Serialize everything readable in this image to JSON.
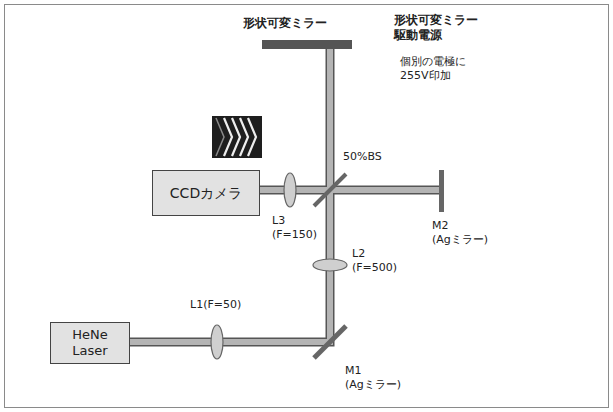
{
  "diagram": {
    "nodes": [
      {
        "text": [
          "CCDカメラ"
        ]
      },
      {
        "text": [
          "HeNe Laser"
        ]
      }
    ],
    "labels": [
      "形状可変ミラー",
      "形状可変ミラー 駆動電源",
      "個別の電極に 255V印加",
      "50%BS",
      "M2 (Agミラー)",
      "L3 (F=150)",
      "L2 (F=500)",
      "L1(F=50)",
      "M1 (Agミラー)"
    ]
  }
}
